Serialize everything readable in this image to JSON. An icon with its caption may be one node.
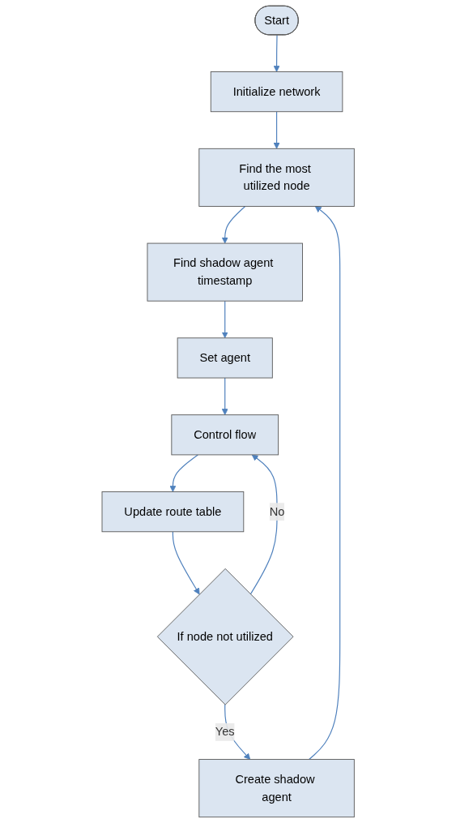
{
  "diagram": {
    "nodes": [
      {
        "text": [
          "Start"
        ]
      },
      {
        "text": [
          "Initialize network"
        ]
      },
      {
        "text": [
          "Find the most utilized node"
        ]
      },
      {
        "text": [
          "Find shadow agent timestamp"
        ]
      },
      {
        "text": [
          "Set agent"
        ]
      },
      {
        "text": [
          "Control flow"
        ]
      },
      {
        "text": [
          "Update route table"
        ]
      },
      {
        "text": [
          "If node not utilized"
        ]
      },
      {
        "text": [
          "Create shadow agent"
        ]
      }
    ],
    "edges": [
      {
        "from": 0,
        "to": 1,
        "arrow": "to"
      },
      {
        "from": 1,
        "to": 2,
        "arrow": "to"
      },
      {
        "from": 2,
        "to": 3,
        "arrow": "to"
      },
      {
        "from": 3,
        "to": 4,
        "arrow": "to"
      },
      {
        "from": 4,
        "to": 5,
        "arrow": "to"
      },
      {
        "from": 5,
        "to": 6,
        "arrow": "to"
      },
      {
        "from": 6,
        "to": 7,
        "arrow": "to"
      },
      {
        "from": 7,
        "to": 8,
        "label": "Yes",
        "arrow": "to"
      },
      {
        "from": 8,
        "to": 2,
        "arrow": "to"
      },
      {
        "from": 7,
        "to": 5,
        "label": "No",
        "arrow": "to"
      }
    ]
  }
}
